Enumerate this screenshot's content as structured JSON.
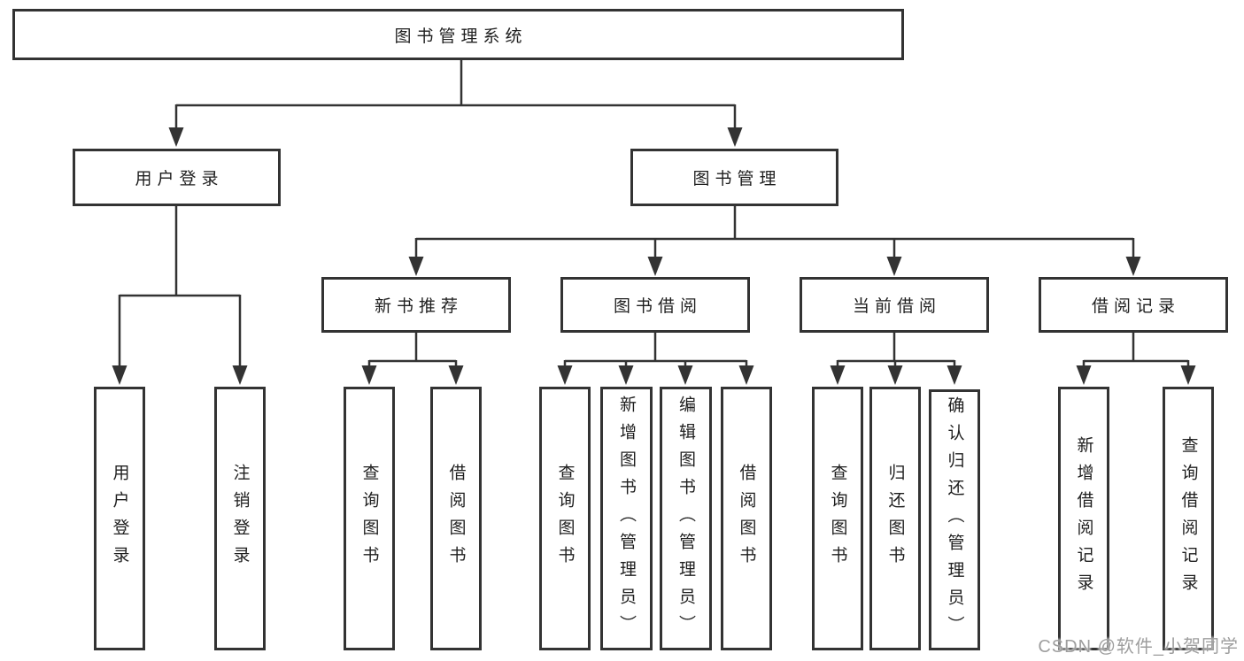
{
  "tree": {
    "root": {
      "label": "图书管理系统"
    },
    "branches": [
      {
        "label": "用户登录",
        "children": [
          {
            "label": "用户登录"
          },
          {
            "label": "注销登录"
          }
        ]
      },
      {
        "label": "图书管理",
        "children": [
          {
            "label": "新书推荐",
            "children": [
              {
                "label": "查询图书"
              },
              {
                "label": "借阅图书"
              }
            ]
          },
          {
            "label": "图书借阅",
            "children": [
              {
                "label": "查询图书"
              },
              {
                "label": "新增图书（管理员）"
              },
              {
                "label": "编辑图书（管理员）"
              },
              {
                "label": "借阅图书"
              }
            ]
          },
          {
            "label": "当前借阅",
            "children": [
              {
                "label": "查询图书"
              },
              {
                "label": "归还图书"
              },
              {
                "label": "确认归还（管理员）"
              }
            ]
          },
          {
            "label": "借阅记录",
            "children": [
              {
                "label": "新增借阅记录"
              },
              {
                "label": "查询借阅记录"
              }
            ]
          }
        ]
      }
    ]
  },
  "watermark": {
    "text": "CSDN @软件_小贺同学"
  },
  "colors": {
    "line": "#333333",
    "box_border": "#333333",
    "text": "#1f1f1f",
    "background": "#ffffff",
    "watermark": "#9e9e9e"
  }
}
